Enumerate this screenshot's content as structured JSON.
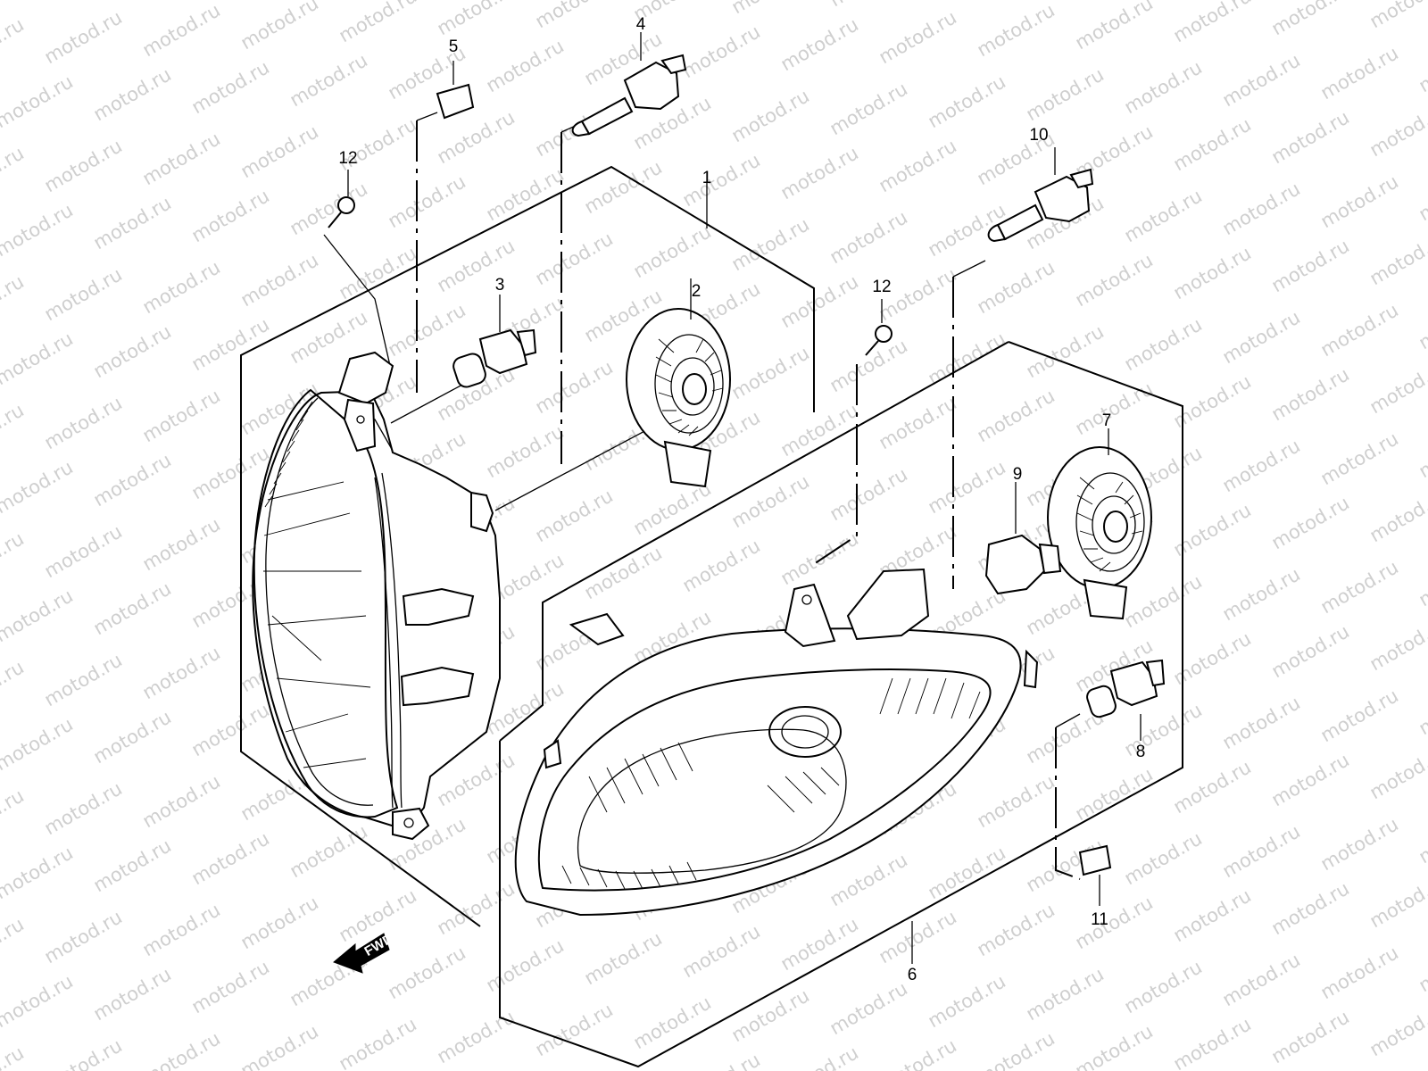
{
  "watermark": {
    "text": "motod.ru"
  },
  "callouts": [
    {
      "id": "1",
      "text": "1"
    },
    {
      "id": "2",
      "text": "2"
    },
    {
      "id": "3",
      "text": "3"
    },
    {
      "id": "4",
      "text": "4"
    },
    {
      "id": "5",
      "text": "5"
    },
    {
      "id": "6",
      "text": "6"
    },
    {
      "id": "7",
      "text": "7"
    },
    {
      "id": "8",
      "text": "8"
    },
    {
      "id": "9",
      "text": "9"
    },
    {
      "id": "10",
      "text": "10"
    },
    {
      "id": "11",
      "text": "11"
    },
    {
      "id": "12a",
      "text": "12"
    },
    {
      "id": "12b",
      "text": "12"
    }
  ],
  "fwd_arrow": {
    "text": "FWD"
  }
}
